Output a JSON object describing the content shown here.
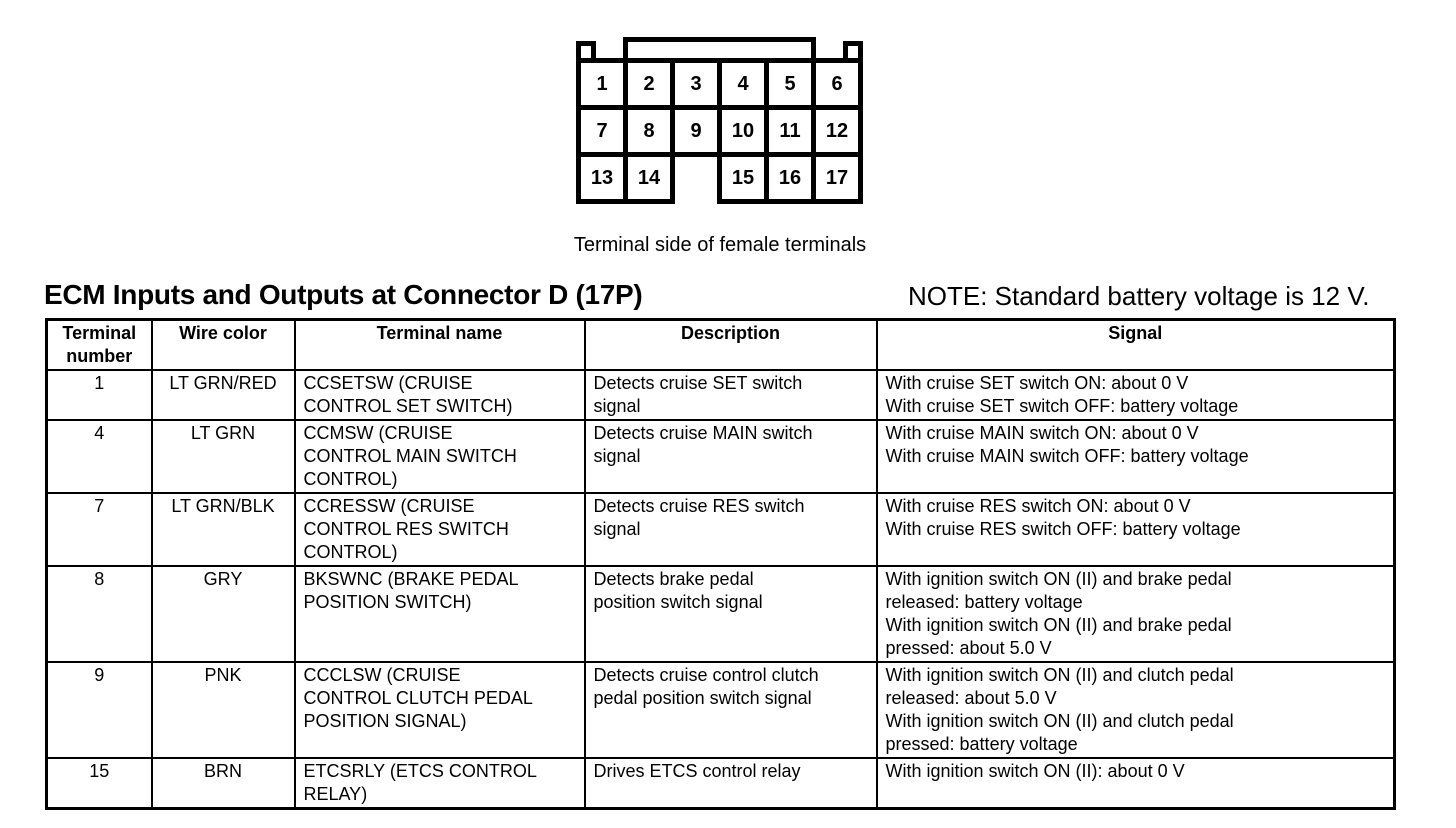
{
  "connector": {
    "caption": "Terminal side of female terminals",
    "cells": [
      {
        "label": "1",
        "row": 1,
        "col": 1
      },
      {
        "label": "2",
        "row": 1,
        "col": 2
      },
      {
        "label": "3",
        "row": 1,
        "col": 3
      },
      {
        "label": "4",
        "row": 1,
        "col": 4
      },
      {
        "label": "5",
        "row": 1,
        "col": 5
      },
      {
        "label": "6",
        "row": 1,
        "col": 6
      },
      {
        "label": "7",
        "row": 2,
        "col": 1
      },
      {
        "label": "8",
        "row": 2,
        "col": 2
      },
      {
        "label": "9",
        "row": 2,
        "col": 3
      },
      {
        "label": "10",
        "row": 2,
        "col": 4
      },
      {
        "label": "11",
        "row": 2,
        "col": 5
      },
      {
        "label": "12",
        "row": 2,
        "col": 6
      },
      {
        "label": "13",
        "row": 3,
        "col": 1
      },
      {
        "label": "14",
        "row": 3,
        "col": 2
      },
      {
        "label": "15",
        "row": 3,
        "col": 4
      },
      {
        "label": "16",
        "row": 3,
        "col": 5
      },
      {
        "label": "17",
        "row": 3,
        "col": 6
      }
    ]
  },
  "header": {
    "title": "ECM Inputs and Outputs at Connector D (17P)",
    "note": "NOTE: Standard battery voltage is 12 V."
  },
  "table": {
    "columns": [
      "Terminal\nnumber",
      "Wire color",
      "Terminal name",
      "Description",
      "Signal"
    ],
    "rows": [
      {
        "terminal": "1",
        "wire_color": "LT GRN/RED",
        "terminal_name": "CCSETSW (CRUISE\nCONTROL SET SWITCH)",
        "description": "Detects cruise SET switch\nsignal",
        "signal": "With cruise SET switch ON: about 0 V\nWith cruise SET switch OFF: battery voltage"
      },
      {
        "terminal": "4",
        "wire_color": "LT GRN",
        "terminal_name": "CCMSW (CRUISE\nCONTROL MAIN SWITCH\nCONTROL)",
        "description": "Detects cruise MAIN switch\nsignal",
        "signal": "With cruise MAIN switch ON: about 0 V\nWith cruise MAIN switch OFF: battery voltage"
      },
      {
        "terminal": "7",
        "wire_color": "LT GRN/BLK",
        "terminal_name": "CCRESSW (CRUISE\nCONTROL RES SWITCH\nCONTROL)",
        "description": "Detects cruise RES switch\nsignal",
        "signal": "With cruise RES switch ON: about 0 V\nWith cruise RES switch OFF: battery voltage"
      },
      {
        "terminal": "8",
        "wire_color": "GRY",
        "terminal_name": "BKSWNC (BRAKE PEDAL\nPOSITION SWITCH)",
        "description": "Detects brake pedal\nposition switch signal",
        "signal": "With ignition switch ON (II) and brake pedal\nreleased: battery voltage\nWith ignition switch ON (II) and brake pedal\npressed: about 5.0 V"
      },
      {
        "terminal": "9",
        "wire_color": "PNK",
        "terminal_name": "CCCLSW (CRUISE\nCONTROL CLUTCH PEDAL\nPOSITION SIGNAL)",
        "description": "Detects cruise control clutch\npedal position switch signal",
        "signal": "With ignition switch ON (II) and clutch pedal\nreleased: about 5.0 V\nWith ignition switch ON (II) and clutch pedal\npressed: battery voltage"
      },
      {
        "terminal": "15",
        "wire_color": "BRN",
        "terminal_name": "ETCSRLY (ETCS CONTROL\nRELAY)",
        "description": "Drives ETCS control relay",
        "signal": "With ignition switch ON (II): about 0 V"
      }
    ]
  }
}
